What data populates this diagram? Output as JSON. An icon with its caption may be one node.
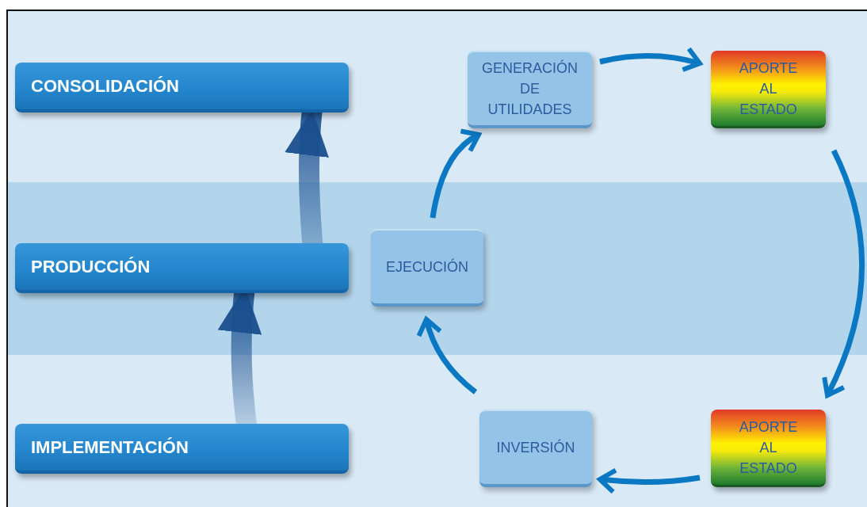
{
  "diagram": {
    "nodes": [
      {
        "text": [
          "CONSOLIDACIÓN"
        ]
      },
      {
        "text": [
          "PRODUCCIÓN"
        ]
      },
      {
        "text": [
          "IMPLEMENTACIÓN"
        ]
      },
      {
        "text": [
          "GENERACIÓN DE UTILIDADES"
        ]
      },
      {
        "text": [
          "APORTE AL ESTADO"
        ]
      },
      {
        "text": [
          "EJECUCIÓN"
        ]
      },
      {
        "text": [
          "INVERSIÓN"
        ]
      },
      {
        "text": [
          "APORTE AL ESTADO"
        ]
      }
    ],
    "edges": [
      {
        "from": 2,
        "to": 1,
        "arrow": "to",
        "style": "thick",
        "color": "#1a4f8e"
      },
      {
        "from": 1,
        "to": 0,
        "arrow": "to",
        "style": "thick",
        "color": "#1a4f8e"
      },
      {
        "from": 3,
        "to": 4,
        "arrow": "to"
      },
      {
        "from": 4,
        "to": 7,
        "arrow": "to"
      },
      {
        "from": 7,
        "to": 6,
        "arrow": "to"
      },
      {
        "from": 6,
        "to": 5,
        "arrow": "to"
      },
      {
        "from": 5,
        "to": 3,
        "arrow": "to"
      }
    ]
  }
}
